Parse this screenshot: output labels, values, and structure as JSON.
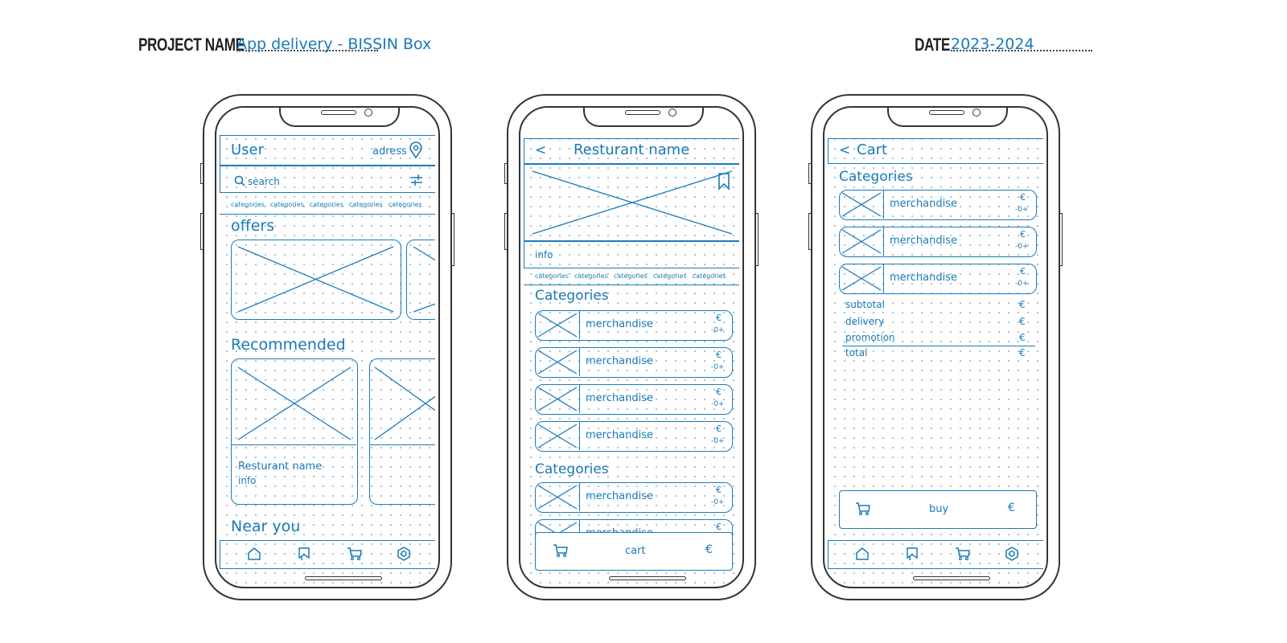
{
  "header": {
    "project_label": "PROJECT NAME",
    "project_value": "App delivery - BISSIN Box",
    "date_label": "DATE",
    "date_value": "2023-2024"
  },
  "screen1": {
    "user": "User",
    "address": "adress",
    "search_placeholder": "search",
    "chips": [
      "categories",
      "categories",
      "categories",
      "categories",
      "categories"
    ],
    "offers_title": "offers",
    "recommended_title": "Recommended",
    "restaurant_name": "Resturant name",
    "restaurant_info": "info",
    "near_you_title": "Near you"
  },
  "screen2": {
    "back": "<",
    "title": "Resturant name",
    "info": "info",
    "chips": [
      "categories",
      "categories",
      "categories",
      "categories",
      "categories"
    ],
    "section1_title": "Categories",
    "section2_title": "Categories",
    "items": [
      {
        "name": "merchandise",
        "price": "€",
        "qty": "-0+"
      },
      {
        "name": "merchandise",
        "price": "€",
        "qty": "-0+"
      },
      {
        "name": "merchandise",
        "price": "€",
        "qty": "-0+"
      },
      {
        "name": "merchandise",
        "price": "€",
        "qty": "-0+"
      },
      {
        "name": "merchandise",
        "price": "€",
        "qty": "-0+"
      },
      {
        "name": "merchandise",
        "price": "€",
        "qty": ""
      }
    ],
    "cart_label": "cart",
    "cart_price": "€"
  },
  "screen3": {
    "back": "<",
    "title": "Cart",
    "section_title": "Categories",
    "items": [
      {
        "name": "merchandise",
        "price": "€",
        "qty": "-0+"
      },
      {
        "name": "merchandise",
        "price": "€",
        "qty": "-0+"
      },
      {
        "name": "merchandise",
        "price": "€",
        "qty": "-0+"
      }
    ],
    "summary": [
      {
        "label": "subtotal",
        "value": "€"
      },
      {
        "label": "delivery",
        "value": "€"
      },
      {
        "label": "promotion",
        "value": "€"
      },
      {
        "label": "total",
        "value": "€"
      }
    ],
    "buy_label": "buy",
    "buy_price": "€"
  },
  "nav": {
    "icons": [
      "home-icon",
      "bookmark-icon",
      "cart-icon",
      "settings-icon"
    ]
  },
  "colors": {
    "sketch_blue": "#1a7ab8",
    "outline": "#333333",
    "grid_dot": "#8fb2c8"
  }
}
